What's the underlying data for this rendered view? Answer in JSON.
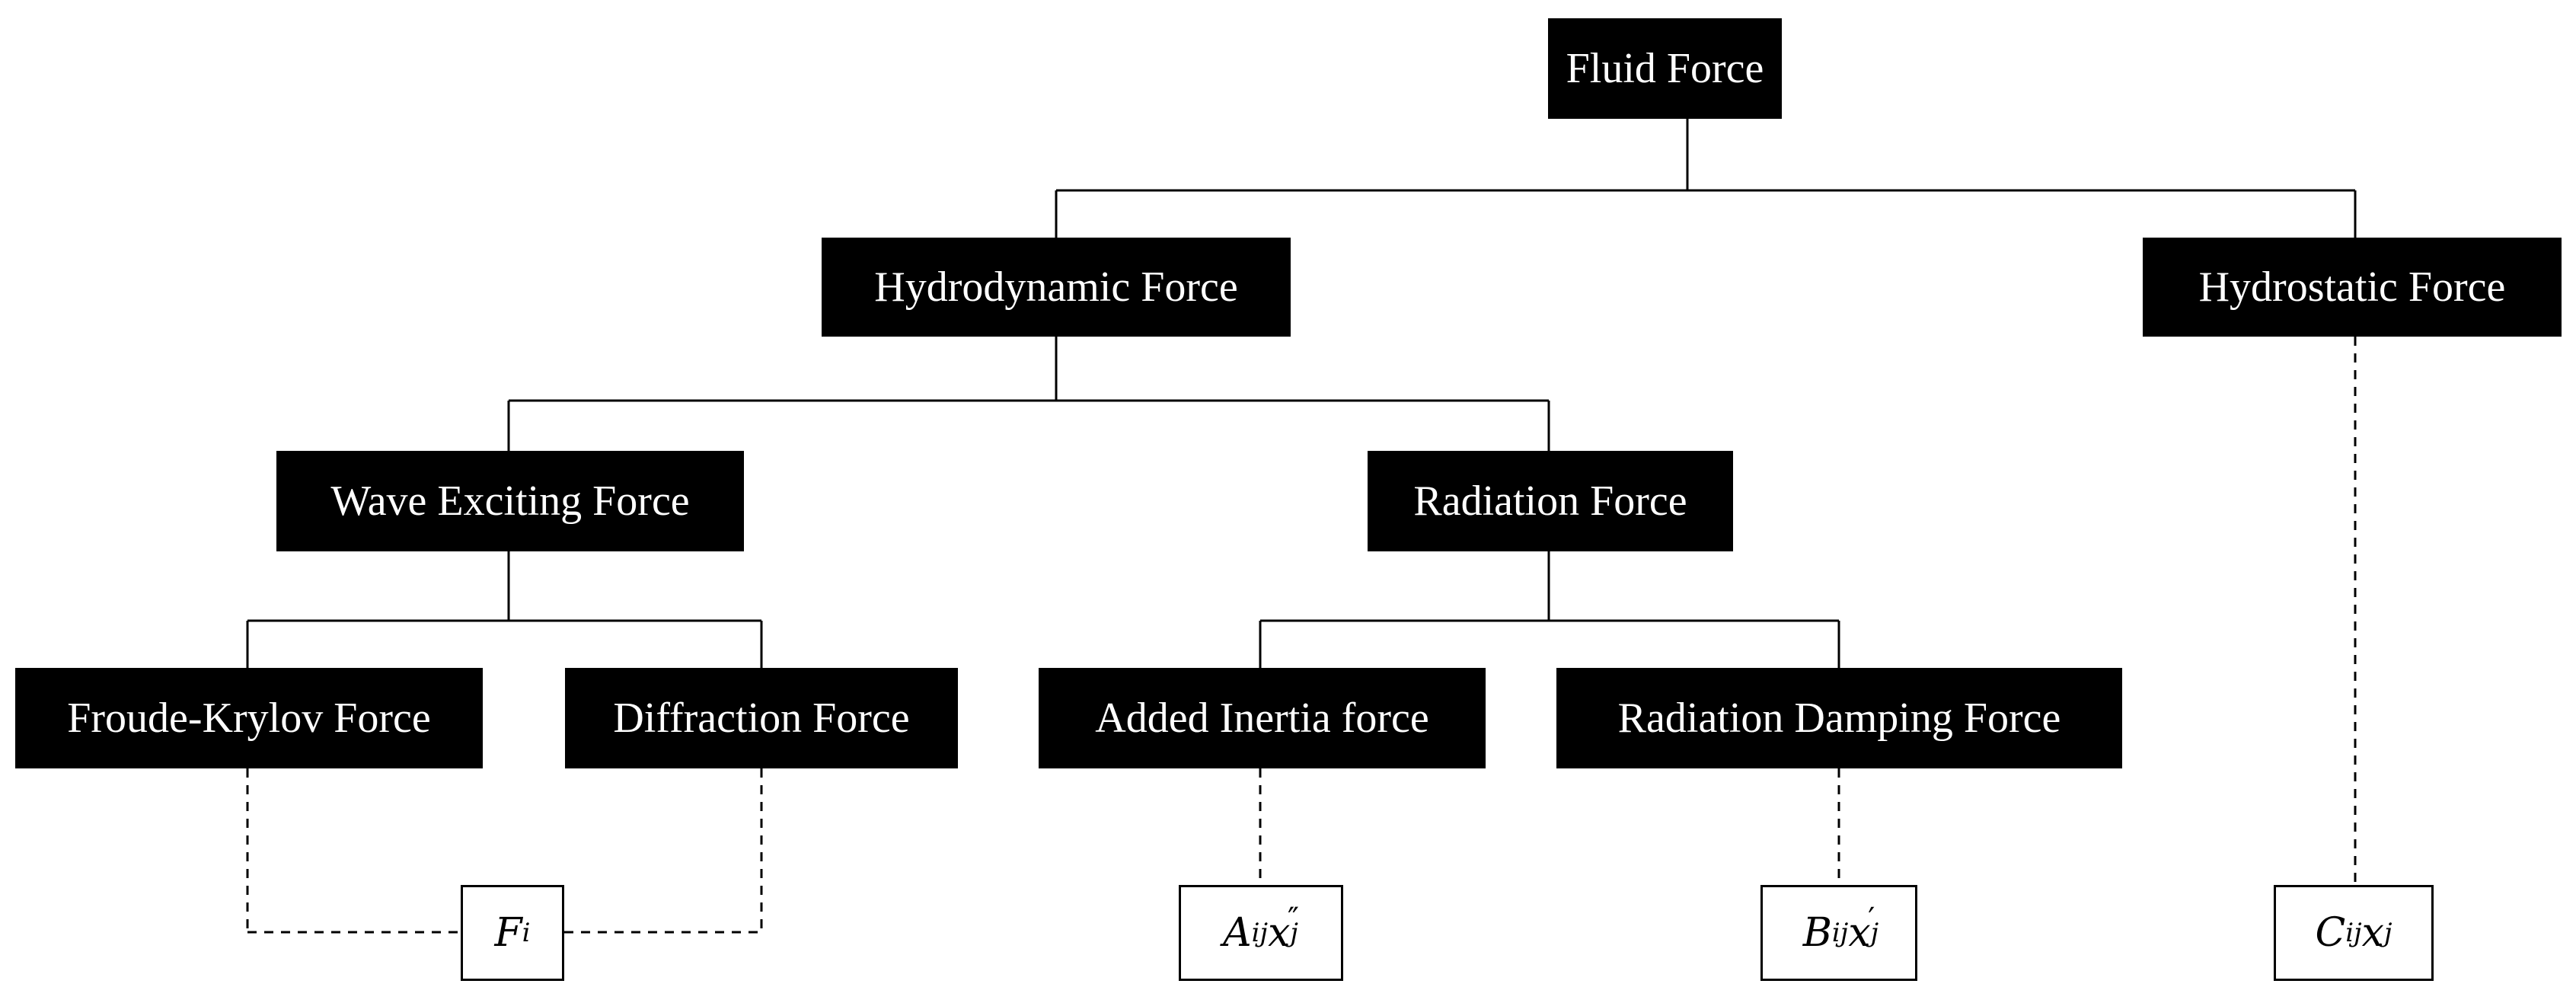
{
  "nodes": {
    "fluid_force": "Fluid Force",
    "hydrodynamic_force": "Hydrodynamic Force",
    "hydrostatic_force": "Hydrostatic Force",
    "wave_exciting_force": "Wave Exciting Force",
    "radiation_force": "Radiation Force",
    "froude_krylov_force": "Froude-Krylov Force",
    "diffraction_force": "Diffraction Force",
    "added_inertia_force": "Added Inertia force",
    "radiation_damping_force": "Radiation Damping Force"
  },
  "formulas": {
    "excitation": {
      "base": "F",
      "sub": "i"
    },
    "added_inertia": {
      "coef": "A",
      "coef_sub": "ij",
      "var": "x",
      "var_sub": "j",
      "var_sup": "″"
    },
    "damping": {
      "coef": "B",
      "coef_sub": "ij",
      "var": "x",
      "var_sub": "j",
      "var_sup": "′"
    },
    "hydrostatic": {
      "coef": "C",
      "coef_sub": "ij",
      "var": "x",
      "var_sub": "j"
    }
  }
}
